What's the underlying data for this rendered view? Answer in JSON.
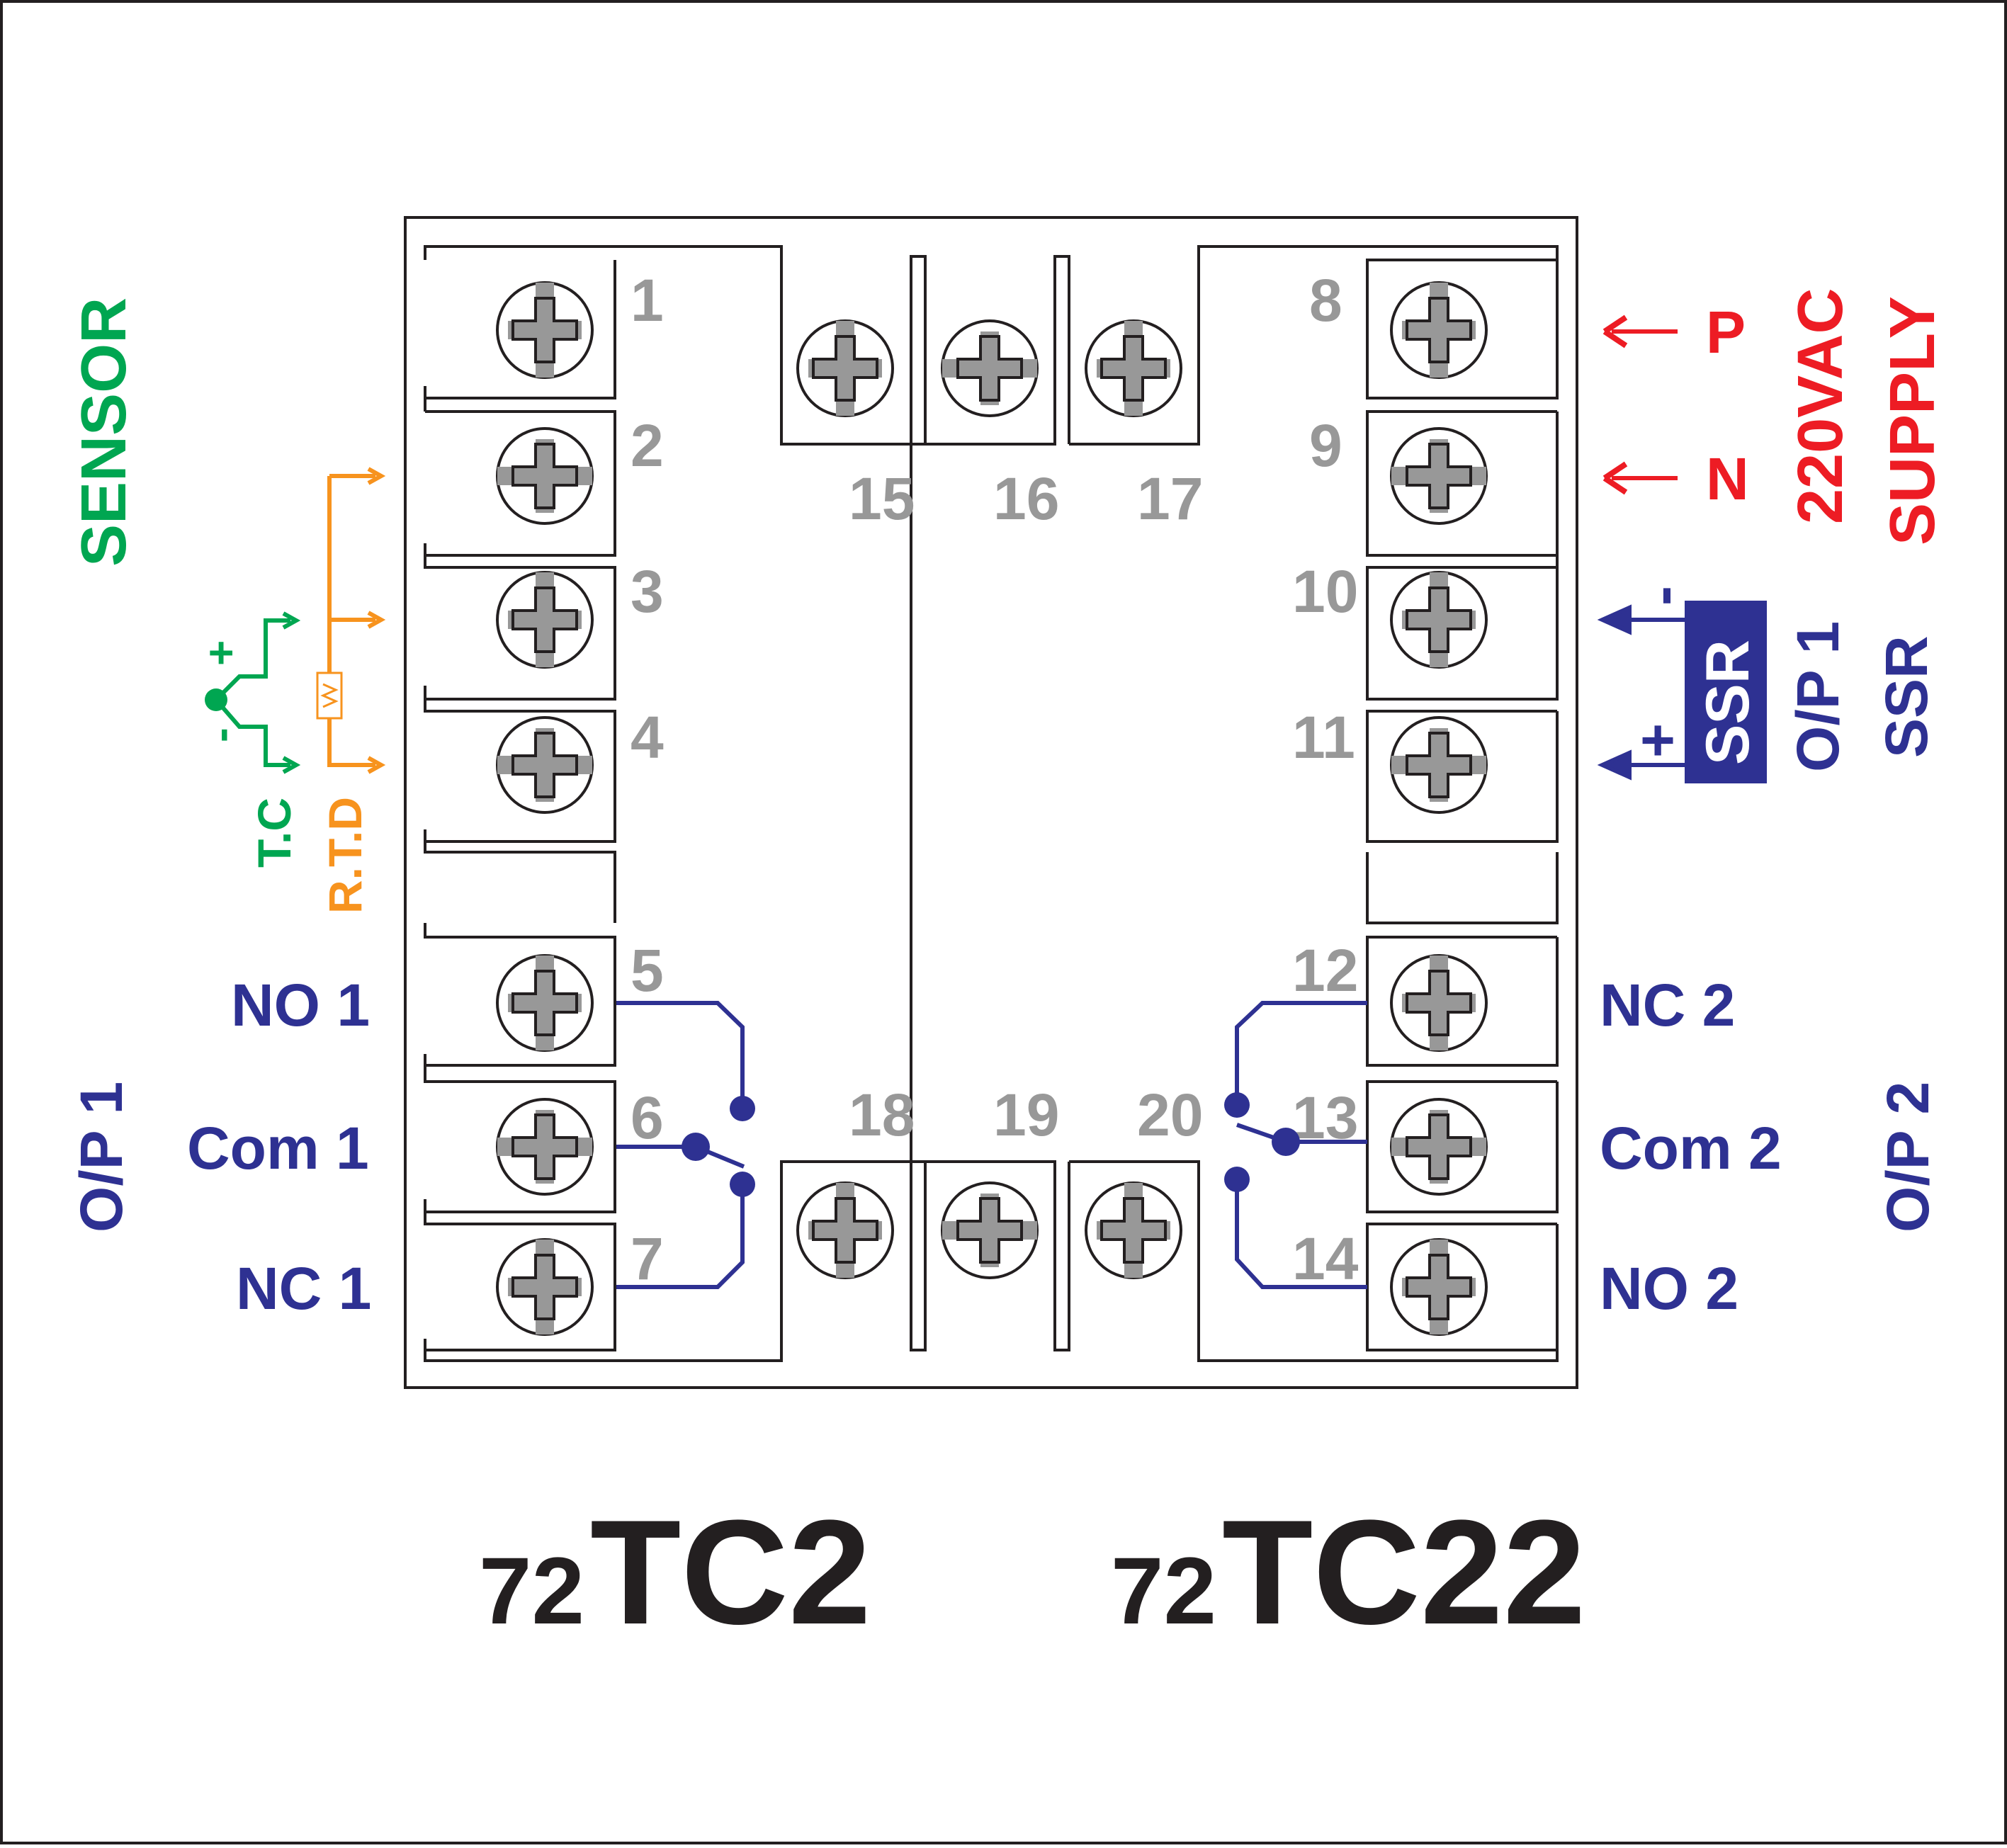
{
  "colors": {
    "sensor": "#00a651",
    "rtd": "#f7931e",
    "supply": "#ed1c24",
    "output": "#2e3192",
    "terminal_number": "#989898",
    "model": "#231f20"
  },
  "terminals": {
    "t1": "1",
    "t2": "2",
    "t3": "3",
    "t4": "4",
    "t5": "5",
    "t6": "6",
    "t7": "7",
    "t8": "8",
    "t9": "9",
    "t10": "10",
    "t11": "11",
    "t12": "12",
    "t13": "13",
    "t14": "14",
    "t15": "15",
    "t16": "16",
    "t17": "17",
    "t18": "18",
    "t19": "19",
    "t20": "20"
  },
  "sensor": {
    "title": "SENSOR",
    "tc_label": "T.C",
    "rtd_label": "R.T.D",
    "tc_plus": "+",
    "tc_minus": "-"
  },
  "supply": {
    "title": "SUPPLY",
    "voltage": "220VAC",
    "phase": "P",
    "neutral": "N"
  },
  "ssr": {
    "box_label": "SSR",
    "op_label": "O/P 1",
    "type_label": "SSR",
    "minus": "-",
    "plus": "+"
  },
  "op1": {
    "title": "O/P 1",
    "no": "NO 1",
    "com": "Com 1",
    "nc": "NC 1"
  },
  "op2": {
    "title": "O/P 2",
    "nc": "NC 2",
    "com": "Com 2",
    "no": "NO 2"
  },
  "models": {
    "model1_prefix": "72",
    "model1_suffix": "TC2",
    "model2_prefix": "72",
    "model2_suffix": "TC22"
  }
}
